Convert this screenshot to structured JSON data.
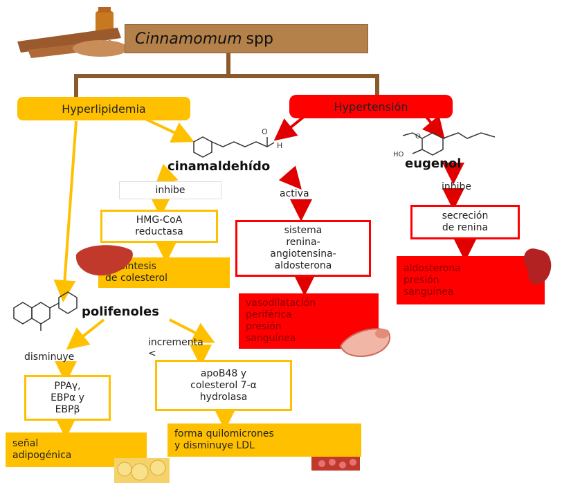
{
  "title": {
    "genus": "Cinnamomum",
    "suffix": "spp"
  },
  "branches": {
    "left": "Hyperlipidemia",
    "right": "Hypertensión"
  },
  "compounds": {
    "c1": "cinamaldehído",
    "c2": "eugenol",
    "c3": "polifenoles"
  },
  "actions": {
    "inhibe1": "inhibe",
    "activa": "activa",
    "inhibe2": "inhibe",
    "disminuye": "disminuye",
    "incrementa": "incrementa\n<"
  },
  "boxes": {
    "hmg": "HMG-CoA\nreductasa",
    "biosintesis": "biosíntesis\nde colesterol",
    "sistema": "sistema\nrenina-\nangiotensina-\naldosterona",
    "vaso": "vasodilatación\nperiférica\npresión\nsanguínea",
    "secrecion": "secreción\nde renina",
    "aldosterona": "aldosterona\npresión\nsanguínea",
    "ppar": "PPAγ,\nEBPα y\nEBPβ",
    "apo": "apoB48 y\ncolesterol 7-α\nhydrolasa",
    "senal": "señal\nadipogénica",
    "forma": "forma quilomicrones\ny disminuye LDL"
  },
  "colors": {
    "yellow": "#ffc000",
    "red": "#ff0000",
    "brown": "#8b5a2b",
    "title_bg": "#b5814a"
  }
}
